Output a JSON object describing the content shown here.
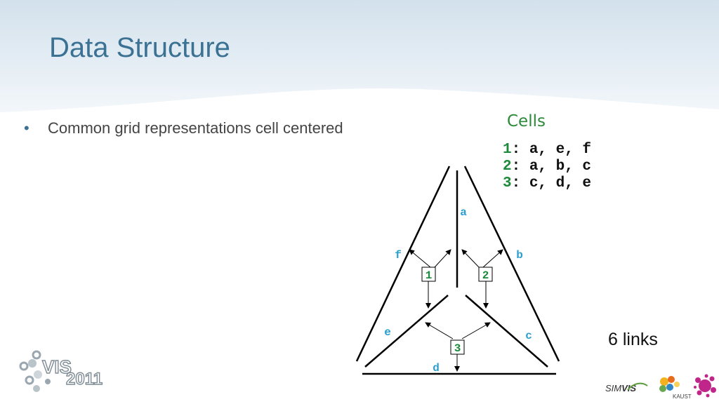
{
  "slide": {
    "title": "Data Structure",
    "bullets": [
      "Common grid representations cell centered"
    ]
  },
  "cells_panel": {
    "heading": "Cells",
    "entries": [
      {
        "id": "1",
        "edges": ": a, e, f"
      },
      {
        "id": "2",
        "edges": ": a, b, c"
      },
      {
        "id": "3",
        "edges": ": c, d, e"
      }
    ]
  },
  "diagram": {
    "edge_labels": {
      "a": "a",
      "b": "b",
      "c": "c",
      "d": "d",
      "e": "e",
      "f": "f"
    },
    "cell_labels": {
      "c1": "1",
      "c2": "2",
      "c3": "3"
    },
    "colors": {
      "edge_label": "#2a9fd0",
      "cell_label": "#1b8a3a",
      "lines": "#000000"
    }
  },
  "links_text": "6 links",
  "logos": {
    "vis_text": "VIS2011",
    "simvis_prefix": "SIM",
    "simvis_suffix": "VIS",
    "kaust": "KAUST"
  },
  "colors": {
    "title": "#3b7193",
    "header_band": "#d3e1ec",
    "cells_heading": "#2d8a3a"
  }
}
